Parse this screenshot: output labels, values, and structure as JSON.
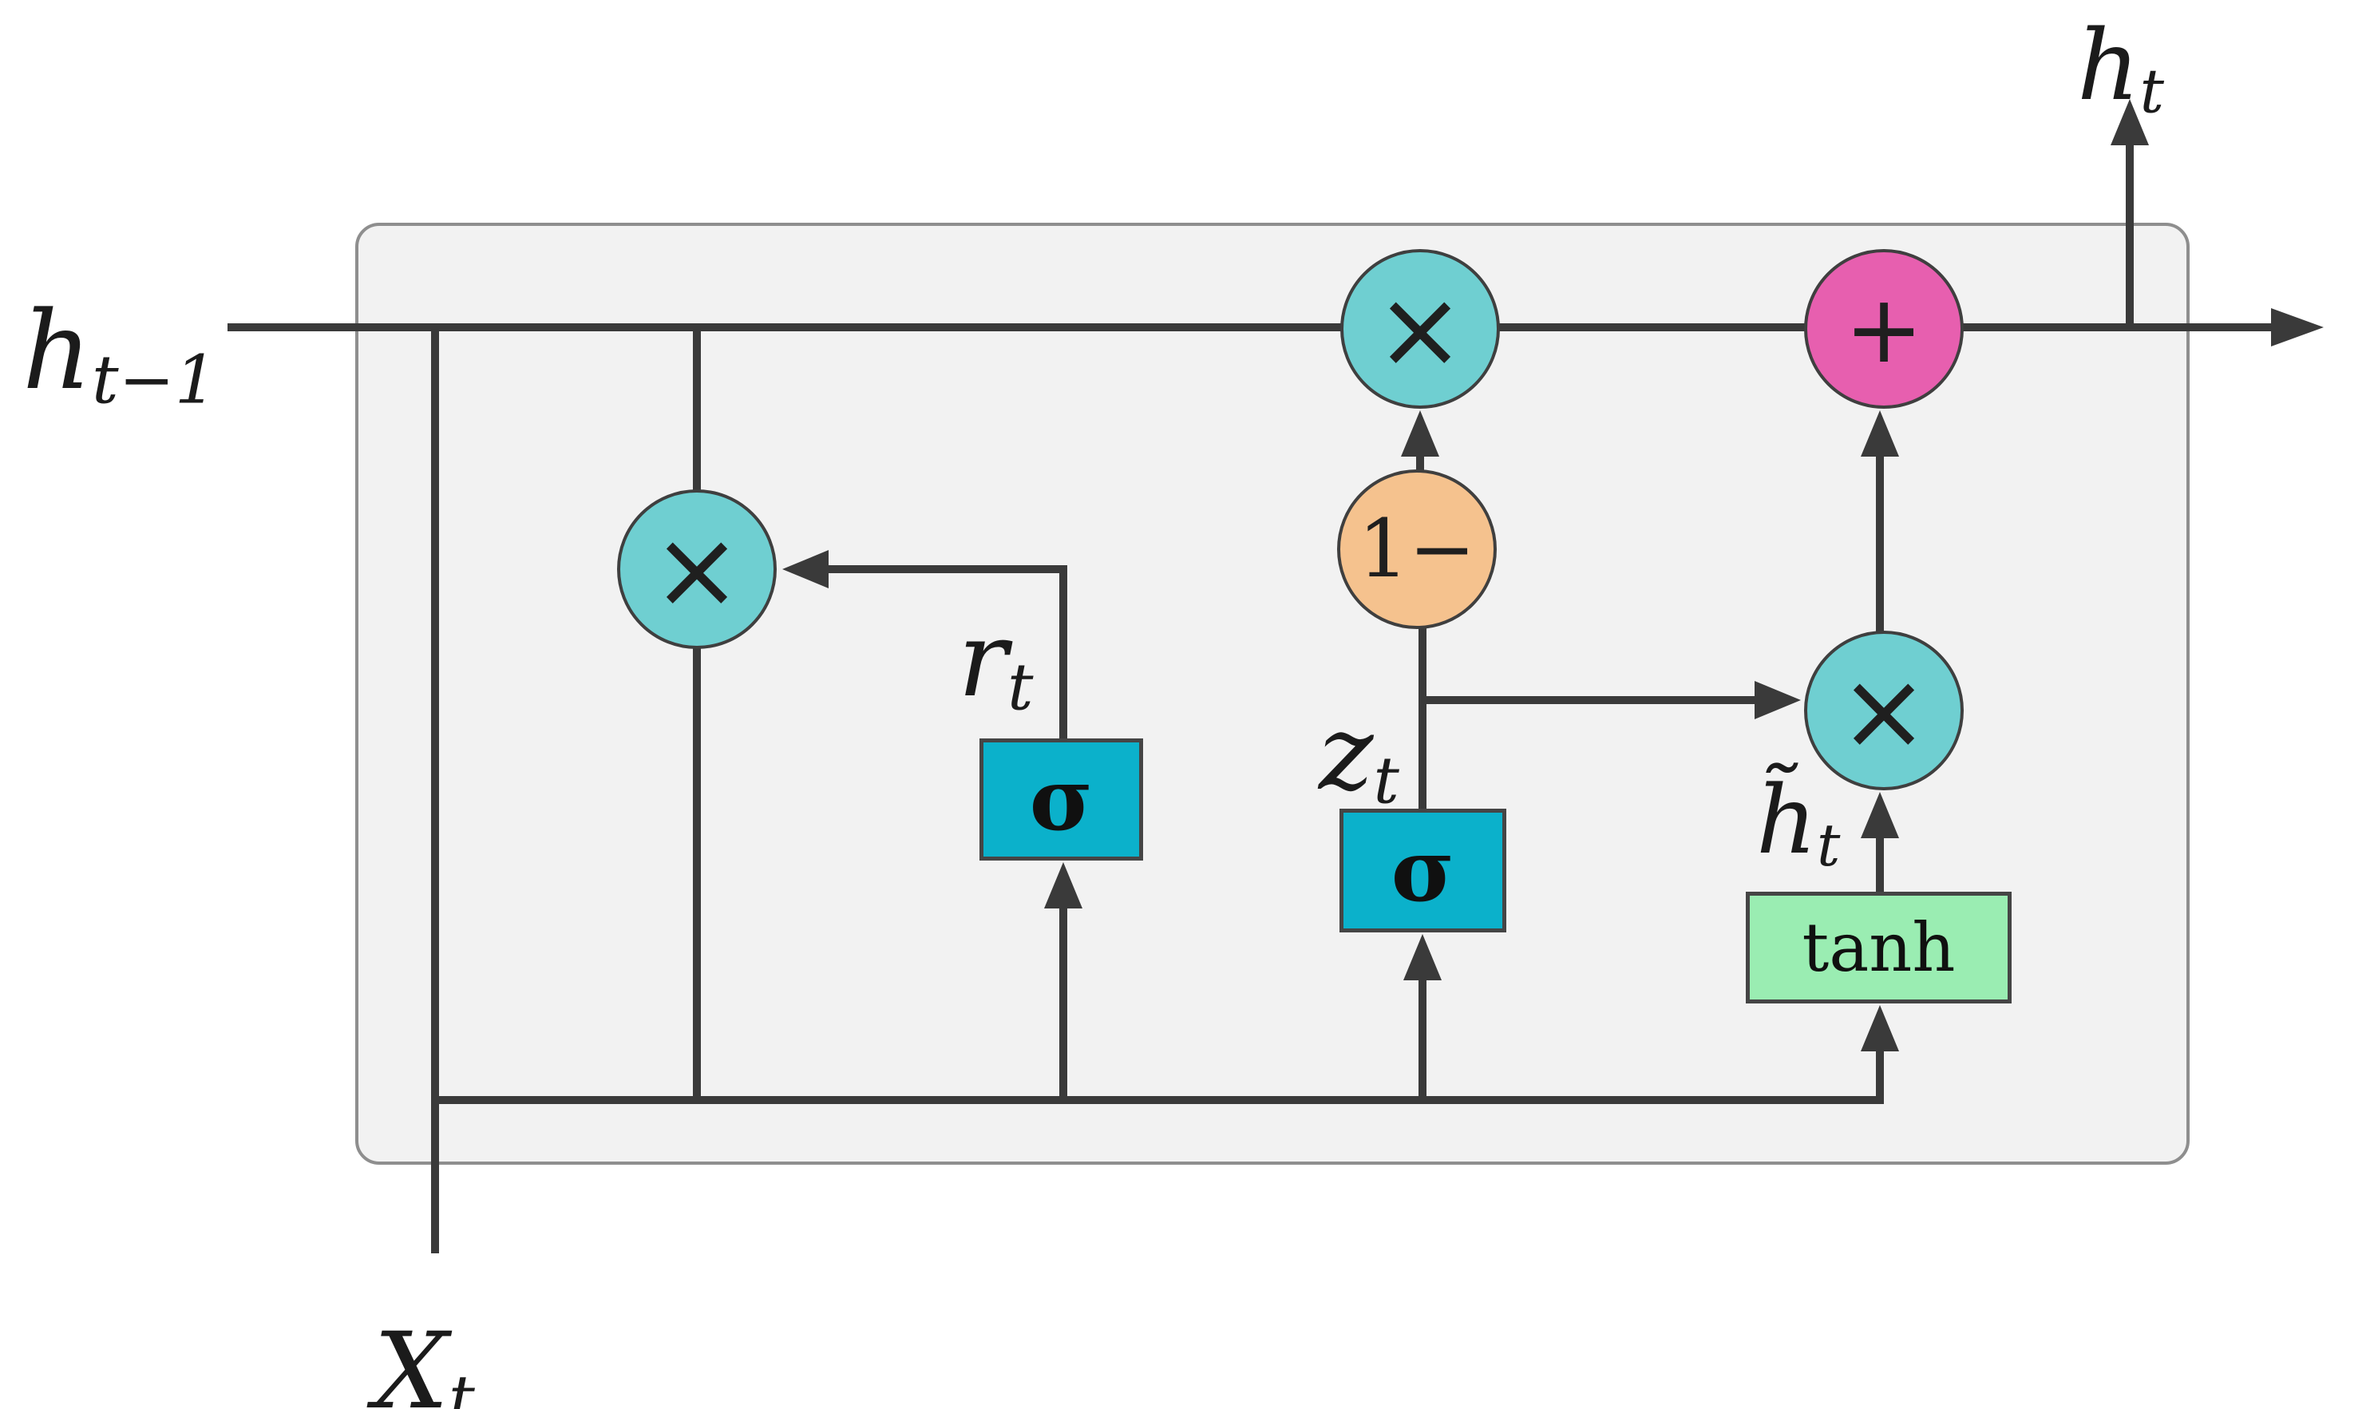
{
  "labels": {
    "h_prev": {
      "base": "h",
      "sub": "t−1"
    },
    "h_out": {
      "base": "h",
      "sub": "t"
    },
    "x_input": {
      "base": "X",
      "sub": "t"
    },
    "r_gate": {
      "base": "r",
      "sub": "t"
    },
    "z_gate": {
      "base": "z",
      "sub": "t"
    },
    "h_candidate": {
      "base": "h̃",
      "sub": "t"
    }
  },
  "nodes": {
    "reset_multiply": {
      "symbol": "×"
    },
    "update_multiply": {
      "symbol": "×"
    },
    "candidate_multiply": {
      "symbol": "×"
    },
    "add": {
      "symbol": "+"
    },
    "one_minus": {
      "symbol": "1−"
    },
    "sigma_r": {
      "label": "σ"
    },
    "sigma_z": {
      "label": "σ"
    },
    "tanh_gate": {
      "label": "tanh"
    }
  },
  "colors": {
    "multiply_fill": "#6FCFD1",
    "add_fill": "#E75FAF",
    "one_minus_fill": "#F5C28E",
    "sigma_fill": "#0BB1CB",
    "tanh_fill": "#9AEDB2",
    "cell_fill": "#F2F2F2",
    "cell_border": "#8E8E8E",
    "connector": "#3A3A3A"
  }
}
